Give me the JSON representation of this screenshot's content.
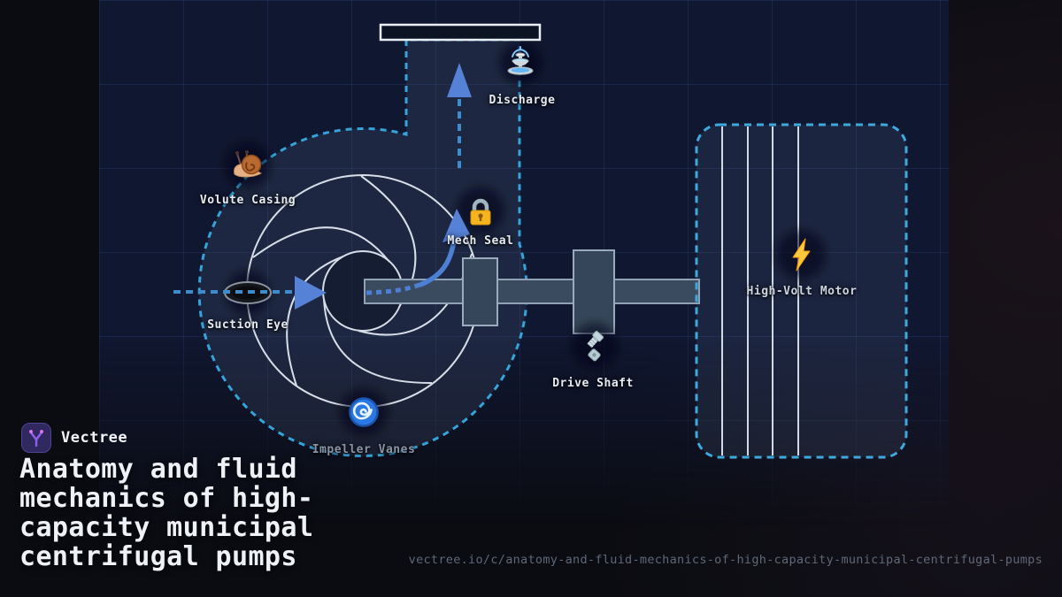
{
  "brand": {
    "name": "Vectree",
    "logo_icon": "vectree-logo-icon"
  },
  "title": {
    "lines": [
      "Anatomy and fluid",
      "mechanics of high-",
      "capacity municipal",
      "centrifugal pumps"
    ]
  },
  "footer": {
    "url": "vectree.io/c/anatomy-and-fluid-mechanics-of-high-capacity-municipal-centrifugal-pumps"
  },
  "diagram": {
    "parts": [
      {
        "id": "discharge",
        "label": "Discharge",
        "icon": "fountain-icon"
      },
      {
        "id": "volute-casing",
        "label": "Volute Casing",
        "icon": "snail-icon"
      },
      {
        "id": "mech-seal",
        "label": "Mech Seal",
        "icon": "lock-icon"
      },
      {
        "id": "suction-eye",
        "label": "Suction Eye",
        "icon": "suction-port-icon"
      },
      {
        "id": "impeller-vanes",
        "label": "Impeller Vanes",
        "icon": "cyclone-icon"
      },
      {
        "id": "drive-shaft",
        "label": "Drive Shaft",
        "icon": "nut-and-bolt-icon"
      },
      {
        "id": "high-volt-motor",
        "label": "High-Volt Motor",
        "icon": "high-voltage-icon"
      }
    ],
    "colors": {
      "panel_bg": "#101730",
      "grid_line": "#24355c",
      "casing_outline": "#35a4da",
      "flow_dash": "#3f8ccd",
      "arrow": "#5581d6",
      "impeller_stroke": "#d7dee8",
      "shaft_fill": "#3a4a5f",
      "motor_outline": "#3fa9de",
      "label_text": "#e7ecf2",
      "muted_label": "#8a94a5",
      "url_text": "#5e6877"
    }
  }
}
